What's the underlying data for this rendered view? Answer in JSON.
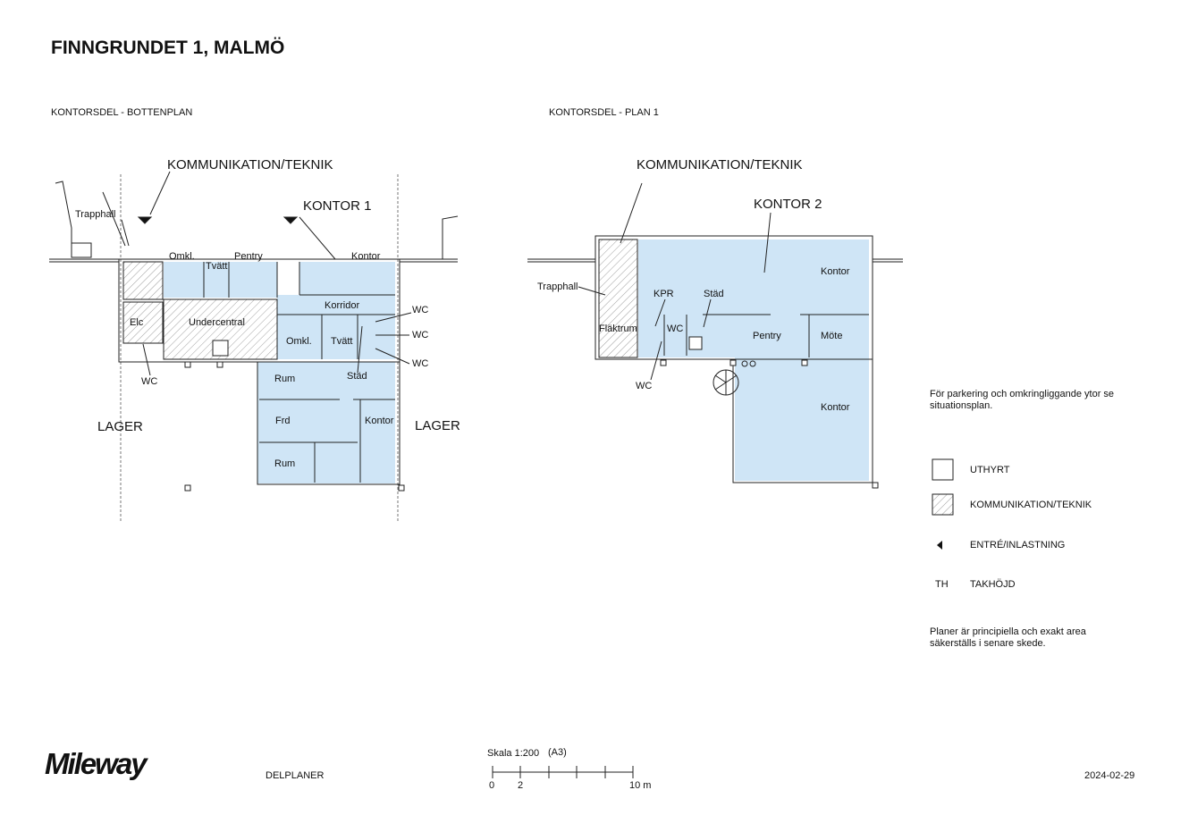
{
  "title": "FINNGRUNDET 1, MALMÖ",
  "plans": [
    {
      "subtitle": "KONTORSDEL - BOTTENPLAN",
      "labels": {
        "komm": "KOMMUNIKATION/TEKNIK",
        "kontor": "KONTOR 1",
        "lager_left": "LAGER",
        "lager_right": "LAGER"
      },
      "rooms": [
        "Trapphall",
        "Omkl.",
        "Tvätt",
        "Pentry",
        "Kontor",
        "Korridor",
        "WC",
        "WC",
        "WC",
        "Elc",
        "Undercentral",
        "Omkl.",
        "Tvätt",
        "Städ",
        "WC",
        "Rum",
        "Frd",
        "Kontor",
        "Rum"
      ]
    },
    {
      "subtitle": "KONTORSDEL - PLAN 1",
      "labels": {
        "komm": "KOMMUNIKATION/TEKNIK",
        "kontor": "KONTOR 2"
      },
      "rooms": [
        "Trapphall",
        "KPR",
        "Städ",
        "Kontor",
        "Fläktrum",
        "WC",
        "Pentry",
        "Möte",
        "WC",
        "Kontor"
      ]
    }
  ],
  "notes": {
    "parking": "För parkering och omkringliggande ytor se situationsplan.",
    "disclaimer": "Planer är principiella och exakt area säkerställs i senare skede."
  },
  "legend": [
    {
      "label": "UTHYRT",
      "symbol": "empty-box"
    },
    {
      "label": "KOMMUNIKATION/TEKNIK",
      "symbol": "hatched-box"
    },
    {
      "label": "ENTRÉ/INLASTNING",
      "symbol": "triangle"
    },
    {
      "label": "TAKHÖJD",
      "symbol": "TH"
    }
  ],
  "footer": {
    "logo": "Mileway",
    "doc_type": "DELPLANER",
    "scale_label": "Skala 1:200",
    "paper": "(A3)",
    "scale_ticks": [
      "0",
      "2",
      "10 m"
    ],
    "date": "2024-02-29"
  },
  "colors": {
    "rented": "#cfe5f6",
    "line": "#222222"
  }
}
